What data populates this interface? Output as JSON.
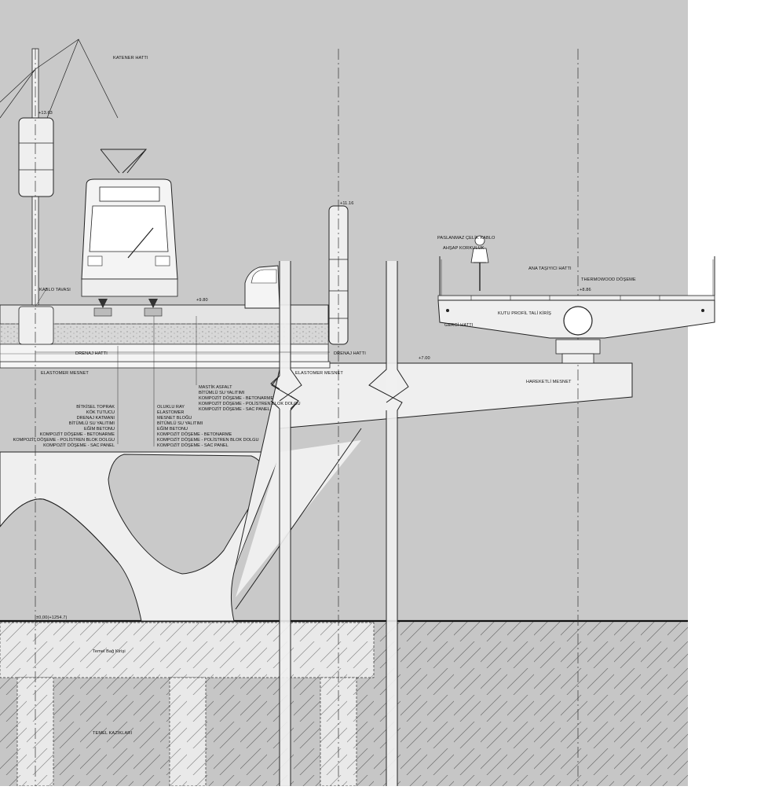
{
  "colors": {
    "background": "#c9c9c9",
    "structure": "#f0f0f0",
    "line": "#1a1a1a",
    "ground": "#c4c4c4"
  },
  "labels": {
    "katener": "KATENER HATTI",
    "elev_1363": "+13.63",
    "elev_1116": "+11.16",
    "elev_980": "+9.80",
    "elev_886": "+8.86",
    "elev_700": "+7.00",
    "elev_ground": "±0,00(+1254.7)",
    "kablo": "KABLO TAVASI",
    "drenaj_left": "DRENAJ HATTI",
    "drenaj_right": "DRENAJ HATTI",
    "elastomer_left": "ELASTOMER MESNET",
    "elastomer_right": "ELASTOMER MESNET",
    "paslanmaz": "PASLANMAZ ÇELİK KABLO",
    "ahsap": "AHŞAP KORKULUK",
    "ana_tasiyici": "ANA TAŞIYICI HATTI",
    "thermowood": "THERMOWOOD DÖŞEME",
    "kutu_profil": "KUTU PROFİL TALİ KİRİŞ",
    "gergi": "GERGİ HATTI",
    "hareketli": "HAREKETLİ MESNET",
    "temel_bag": "Temel Bağ Kirişi",
    "temel_kazik": "TEMEL KAZIKLARI"
  },
  "layers_left": [
    "BİTKİSEL TOPRAK",
    "KÖK TUTUCU",
    "DRENAJ KATMANI",
    "BİTÜMLÜ SU YALITIMI",
    "EĞİM BETONU",
    "KOMPOZİT DÖŞEME - BETONARME",
    "KOMPOZİT DÖŞEME - POLİSTREN BLOK DOLGU",
    "KOMPOZİT DÖŞEME - SAC PANEL"
  ],
  "layers_middle": [
    "OLUKLU RAY",
    "ELASTOMER",
    "MESNET BLOĞU",
    "BİTÜMLÜ SU YALITIMI",
    "EĞİM BETONU",
    "KOMPOZİT DÖŞEME - BETONARME",
    "KOMPOZİT DÖŞEME - POLİSTREN BLOK DOLGU",
    "KOMPOZİT DÖŞEME - SAC PANEL"
  ],
  "layers_right": [
    "MASTİK ASFALT",
    "BİTÜMLÜ SU YALITIMI",
    "KOMPOZİT DÖŞEME - BETONARME",
    "KOMPOZİT DÖŞEME - POLİSTREN BLOK DOLGU",
    "KOMPOZİT DÖŞEME - SAC PANEL"
  ]
}
